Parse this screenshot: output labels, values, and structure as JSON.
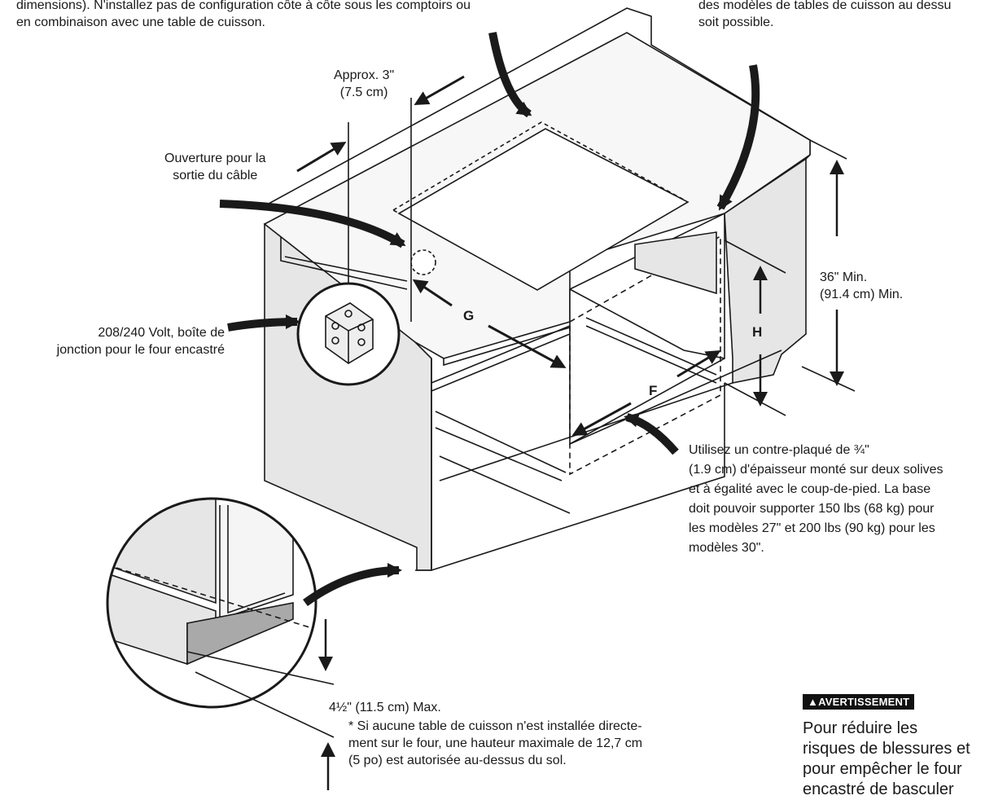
{
  "top_left_text": "dimensions). N'installez pas de configuration côte à côte sous les comptoirs ou\nen combinaison avec une table de cuisson.",
  "top_right_text": "des modèles de tables de cuisson au dessu\nsoit possible.",
  "approx_label": "Approx. 3\"\n(7.5 cm)",
  "cable_label": "Ouverture pour la\nsortie du câble",
  "junction_label": "208/240 Volt, boîte de\njonction pour le four encastré",
  "height_label": "36\" Min.\n(91.4 cm) Min.",
  "letters": {
    "g": "G",
    "h": "H",
    "f": "F"
  },
  "plywood_text": "Utilisez un contre-plaqué de ¾\"\n(1.9 cm) d'épaisseur monté sur deux solives\net à égalité avec le coup-de-pied. La base\ndoit pouvoir supporter 150 lbs (68 kg) pour\nles modèles 27\" et 200 lbs (90 kg) pour les\nmodèles 30\".",
  "kick_label": "4½\" (11.5 cm) Max.",
  "footnote": "* Si aucune table de cuisson n'est installée directe-\nment sur le four, une hauteur maximale de 12,7 cm\n(5 po) est autorisée au-dessus du sol.",
  "warning": {
    "badge": "AVERTISSEMENT",
    "text": "Pour réduire les\nrisques de blessures et\npour empêcher le four\nencastré de basculer"
  },
  "colors": {
    "cabinet": "#e6e6e6",
    "shadow": "#a9a9a9",
    "line": "#1a1a1a"
  }
}
